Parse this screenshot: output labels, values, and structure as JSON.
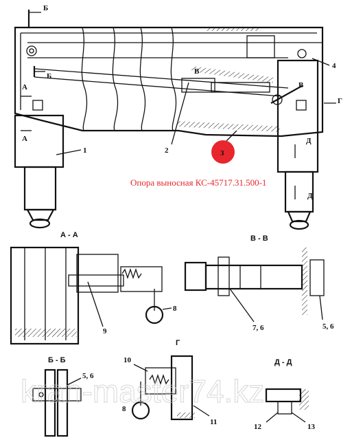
{
  "caption": "Опора выносная КС-45717.31.500-1",
  "marker_number": "3",
  "marker_color": "#e8262d",
  "watermark": "kran-master74.kz",
  "callouts": {
    "c1": "1",
    "c2": "2",
    "c3": "3",
    "c4": "4",
    "c5": "5, 6",
    "c5b": "5, 6",
    "c7": "7, 6",
    "c8": "8",
    "c8b": "8",
    "c9": "9",
    "c10": "10",
    "c11": "11",
    "c12": "12",
    "c13": "13"
  },
  "section_marks": {
    "b_top": "Б",
    "b_left": "Б",
    "a_left": "А",
    "a_left2": "А",
    "v_mid": "В",
    "v_right": "В",
    "g_right": "Г",
    "d_right": "Д",
    "d_right2": "Д"
  },
  "views": {
    "aa": "А - А",
    "vv": "В - В",
    "g": "Г",
    "bb": "Б - Б",
    "dd": "Д - Д"
  }
}
